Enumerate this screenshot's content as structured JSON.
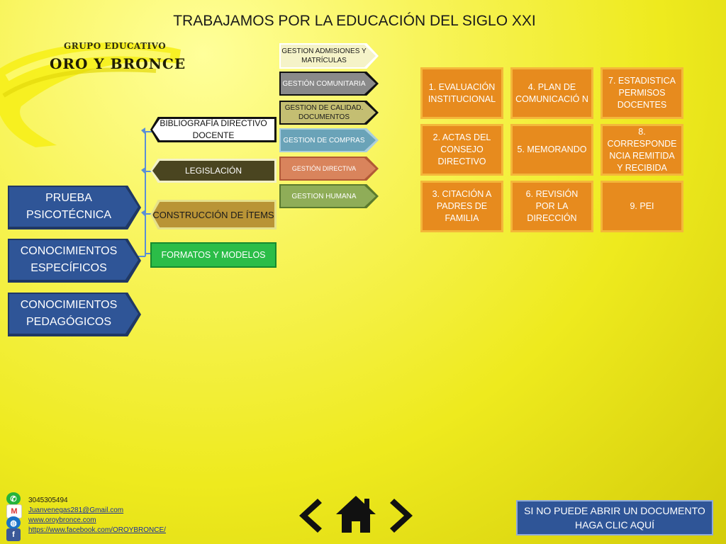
{
  "title": "TRABAJAMOS POR LA EDUCACIÓN DEL SIGLO XXI",
  "logo": {
    "subtitle": "GRUPO EDUCATIVO",
    "name": "ORO Y BRONCE"
  },
  "main_buttons": [
    "PRUEBA PSICOTÉCNICA",
    "CONOCIMIENTOS ESPECÍFICOS",
    "CONOCIMIENTOS PEDAGÓGICOS"
  ],
  "sub_buttons": [
    {
      "label": "BIBLIOGRAFÍA DIRECTIVO DOCENTE",
      "bg": "#ffffff",
      "border": "#111111",
      "color": "#111111"
    },
    {
      "label": "LEGISLACIÓN",
      "bg": "#4a4520",
      "border": "#f2f0c8",
      "color": "#ffffff"
    },
    {
      "label": "CONSTRUCCIÓN DE ÍTEMS",
      "bg": "#b99436",
      "border": "#e6e18a",
      "color": "#1a1a1a"
    },
    {
      "label": "FORMATOS Y MODELOS",
      "bg": "#2bbd48",
      "border": "#178a2e",
      "color": "#ffffff"
    }
  ],
  "gestion_tags": [
    {
      "label": "GESTION ADMISIONES Y MATRÍCULAS",
      "bg": "#f5f3c8",
      "border": "#ffffff",
      "color": "#1a1a1a"
    },
    {
      "label": "GESTIÓN COMUNITARIA",
      "bg": "#8a8a8a",
      "border": "#111111",
      "color": "#ffffff"
    },
    {
      "label": "GESTION DE CALIDAD. DOCUMENTOS",
      "bg": "#c4be72",
      "border": "#111111",
      "color": "#1a1a1a"
    },
    {
      "label": "GESTION DE COMPRAS",
      "bg": "#6aa3b8",
      "border": "#aacedd",
      "color": "#ffffff"
    },
    {
      "label": "GESTIÓN DIRECTIVA",
      "bg": "#d9845c",
      "border": "#b25a36",
      "color": "#ffffff"
    },
    {
      "label": "GESTION HUMANA",
      "bg": "#8fad58",
      "border": "#5b7a2d",
      "color": "#ffffff"
    }
  ],
  "documents": [
    "1. EVALUACIÓN INSTITUCIONAL",
    "4. PLAN DE COMUNICACIÓ N",
    "7. ESTADISTICA PERMISOS DOCENTES",
    "2. ACTAS DEL CONSEJO DIRECTIVO",
    "5. MEMORANDO",
    "8. CORRESPONDE NCIA REMITIDA Y RECIBIDA",
    "3. CITACIÓN A PADRES DE FAMILIA",
    "6. REVISIÓN POR LA DIRECCIÓN",
    "9. PEI"
  ],
  "contact": {
    "phone": "3045305494",
    "email": "Juanvenegas281@Gmail.com",
    "website": "www.oroybronce.com",
    "facebook": "https://www.facebook.com/OROYBRONCE/"
  },
  "help_button": "SI NO PUEDE ABRIR UN DOCUMENTO HAGA CLIC AQUÍ",
  "colors": {
    "accent": "#2f5597",
    "orange": "#e78b1e",
    "background": "#eeea1e"
  }
}
